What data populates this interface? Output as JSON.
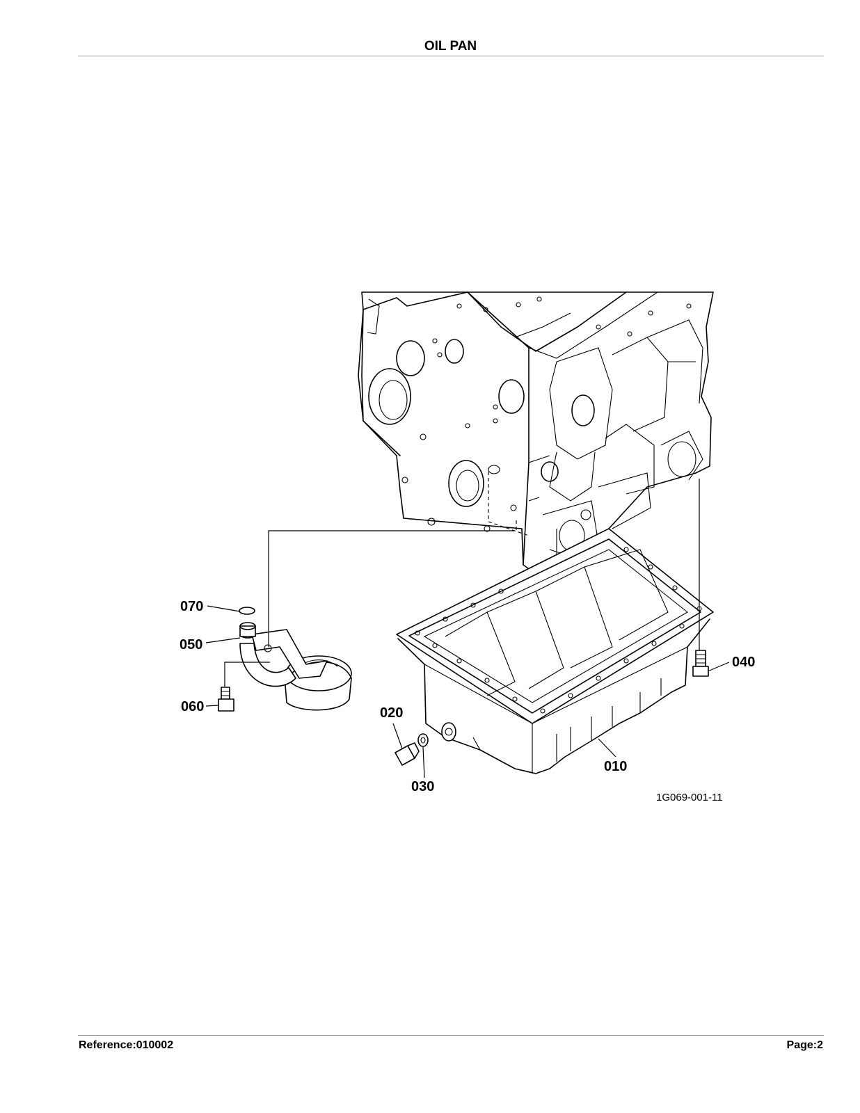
{
  "page": {
    "title": "OIL PAN",
    "reference": "Reference:010002",
    "page_number": "Page:2"
  },
  "diagram": {
    "figure_id": "1G069-001-11",
    "callouts": {
      "c010": "010",
      "c020": "020",
      "c030": "030",
      "c040": "040",
      "c050": "050",
      "c060": "060",
      "c070": "070"
    }
  }
}
